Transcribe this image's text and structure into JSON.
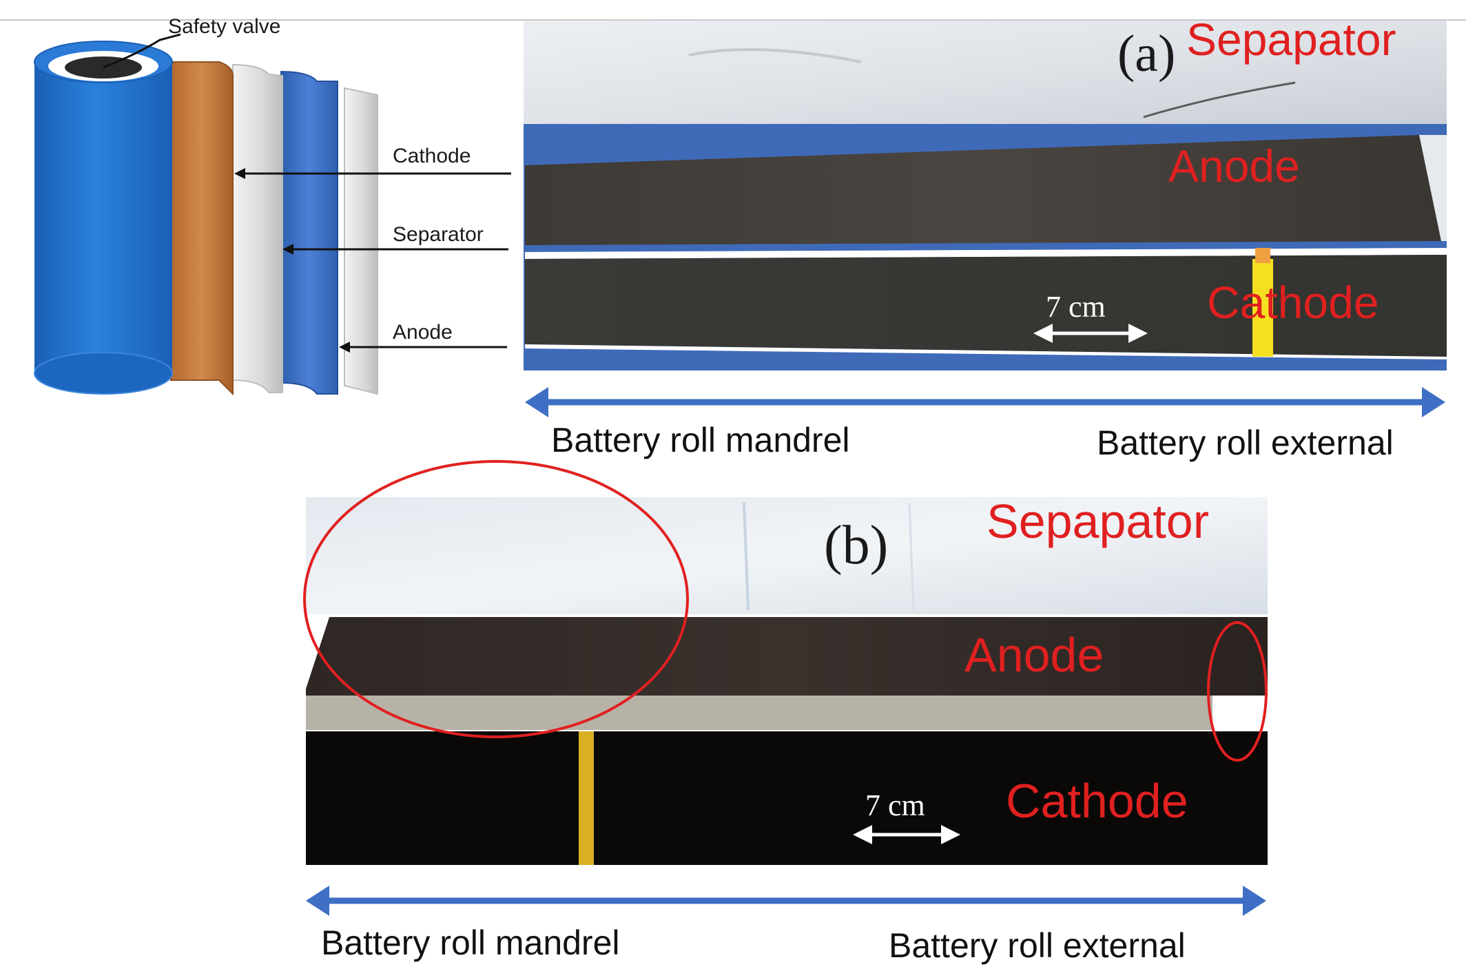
{
  "schematic": {
    "safety_valve": "Safety valve",
    "cathode": "Cathode",
    "separator": "Separator",
    "anode": "Anode",
    "colors": {
      "can": "#1f6fc9",
      "copper": "#c87a3c",
      "blue_layer": "#3a6fc4",
      "separator": "#e4e4e4"
    }
  },
  "panel_a": {
    "label": "(a)",
    "separator": "Sepapator",
    "anode": "Anode",
    "cathode": "Cathode",
    "scale": "7 cm",
    "left_end": "Battery roll mandrel",
    "right_end": "Battery roll external"
  },
  "panel_b": {
    "label": "(b)",
    "separator": "Sepapator",
    "anode": "Anode",
    "cathode": "Cathode",
    "scale": "7 cm",
    "left_end": "Battery roll mandrel",
    "right_end": "Battery roll external"
  },
  "colors": {
    "annotation_red": "#e02020",
    "arrow_blue": "#3e6fc4"
  }
}
